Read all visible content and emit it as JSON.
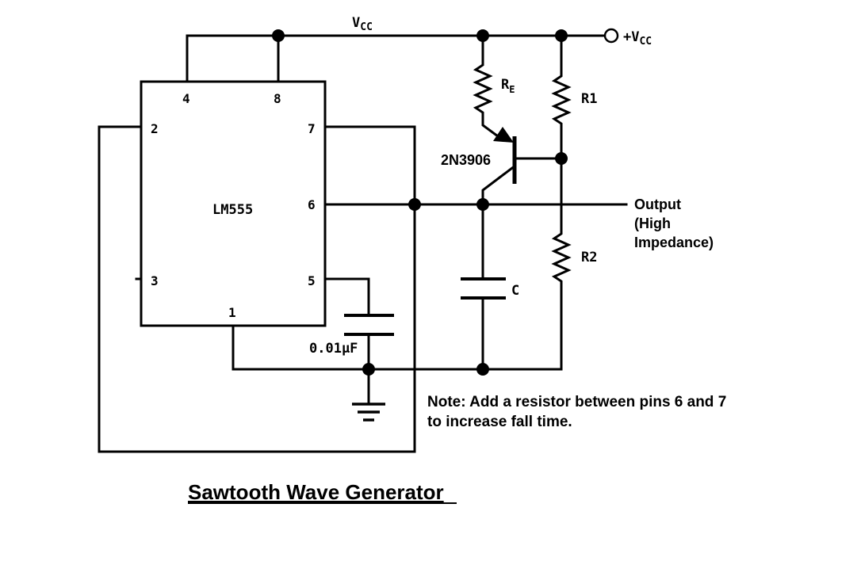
{
  "title": "Sawtooth Wave Generator",
  "ic": {
    "name": "LM555",
    "pins": {
      "p4": "4",
      "p8": "8",
      "p2": "2",
      "p7": "7",
      "p6": "6",
      "p3": "3",
      "p5": "5",
      "p1": "1"
    }
  },
  "supply": {
    "rail_main": "V",
    "rail_sub": "CC",
    "terminal_main": "+V",
    "terminal_sub": "CC"
  },
  "components": {
    "re_main": "R",
    "re_sub": "E",
    "r1": "R1",
    "r2": "R2",
    "c": "C",
    "transistor": "2N3906",
    "decoupling_cap": "0.01μF"
  },
  "output": {
    "line1": "Output",
    "line2": "(High",
    "line3": "Impedance)"
  },
  "note": {
    "line1": "Note: Add a resistor between pins 6 and 7",
    "line2": "to increase fall time."
  }
}
